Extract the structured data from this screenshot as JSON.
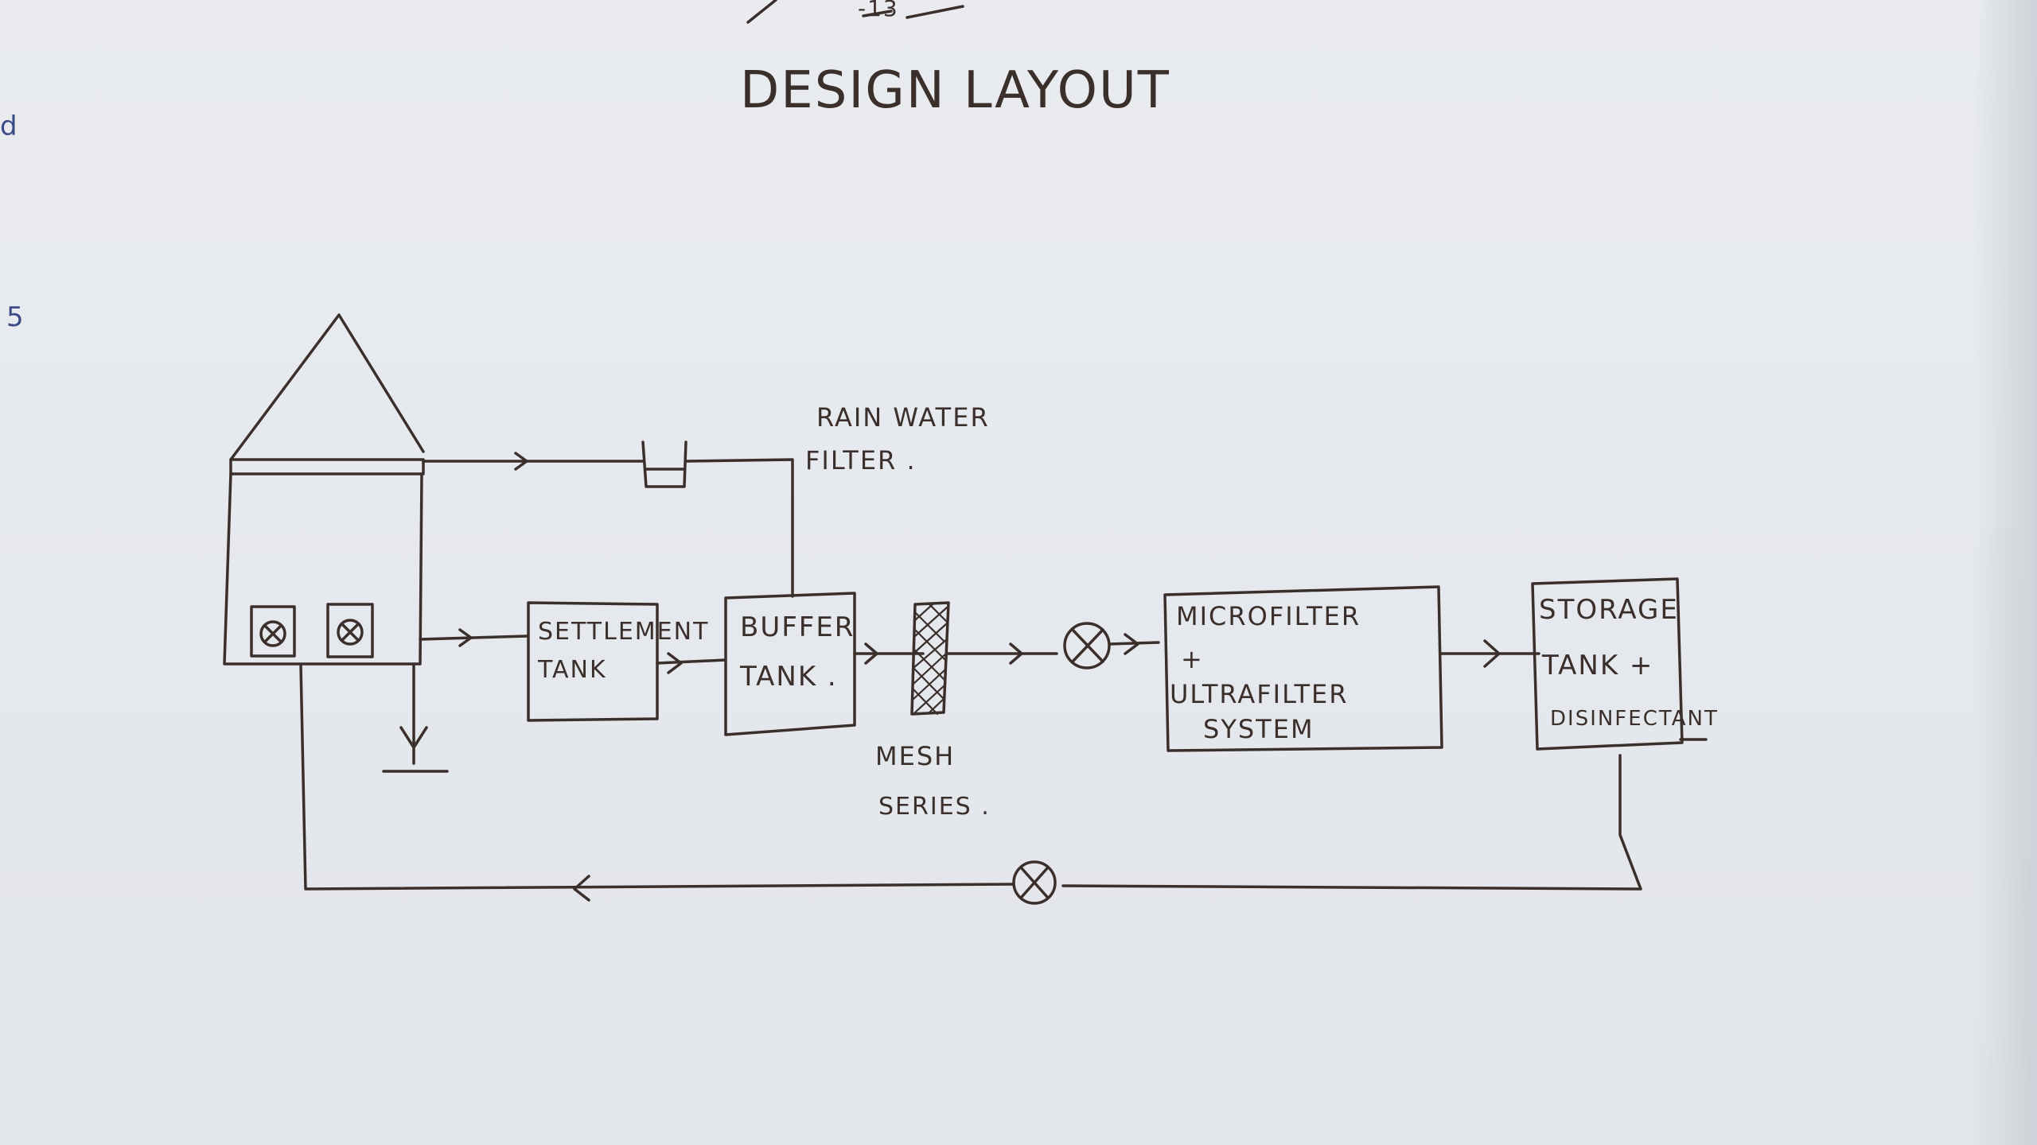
{
  "title": "DESIGN LAYOUT",
  "labels": {
    "rain_water_filter_line1": "RAIN WATER",
    "rain_water_filter_line2": "FILTER .",
    "settlement_line1": "SETTLEMENT",
    "settlement_line2": "TANK",
    "buffer_line1": "BUFFER",
    "buffer_line2": "TANK .",
    "mesh_line1": "MESH",
    "mesh_line2": "SERIES .",
    "micro_line1": "MICROFILTER",
    "micro_line2": "+",
    "micro_line3": "ULTRAFILTER",
    "micro_line4": "SYSTEM",
    "storage_line1": "STORAGE",
    "storage_line2": "TANK +",
    "storage_line3": "DISINFECTANT"
  },
  "margin_marks": {
    "top_scribble": "-13",
    "left_d": "d",
    "left_5": "5"
  },
  "colors": {
    "ink": "#3b2f2c",
    "paper": "#e7eaee"
  }
}
